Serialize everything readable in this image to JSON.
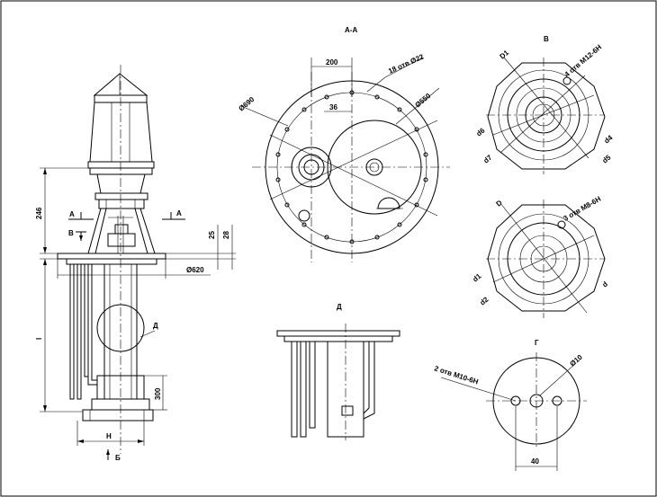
{
  "views": {
    "section_aa": "А-А",
    "view_b": "В",
    "view_d": "Д",
    "view_g": "Г",
    "view_bottom": "Б"
  },
  "dims": {
    "d200": "200",
    "d18holes": "18 отв Ø22",
    "d690": "Ø690",
    "d36": "36",
    "d550": "Ø550",
    "d4holes": "4 отв М12-6Н",
    "D1": "D1",
    "d6": "d6",
    "d4": "d4",
    "d7": "d7",
    "d5": "d5",
    "D": "D",
    "d3holes": "3 отв М8-6Н",
    "d1": "d1",
    "d2": "d2",
    "d": "d",
    "d246": "246",
    "d25": "25",
    "d28": "28",
    "d620": "Ø620",
    "l": "l",
    "d300": "300",
    "H": "H",
    "d2holes": "2 отв М10-6Н",
    "d10": "Ø10",
    "d40": "40",
    "A_left": "А",
    "A_right": "А",
    "B_left": "В",
    "D_callout": "Д"
  }
}
